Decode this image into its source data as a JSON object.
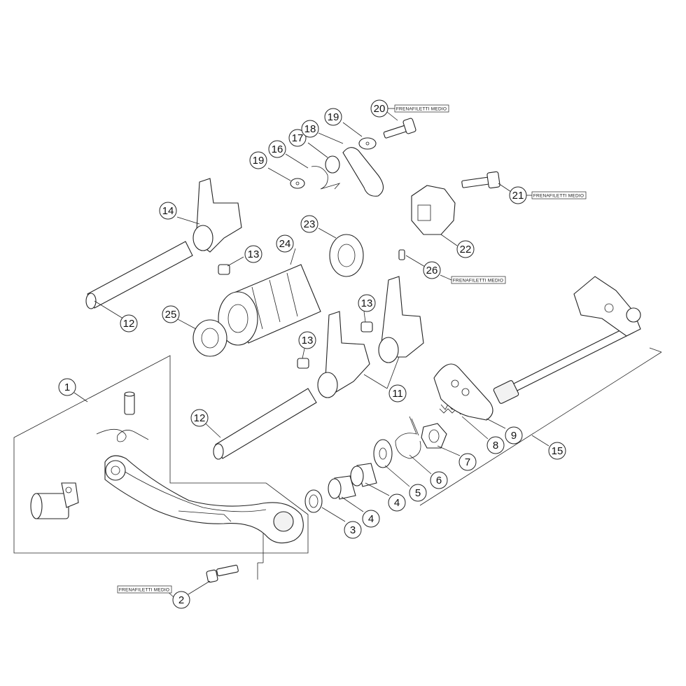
{
  "callouts": [
    {
      "id": "c1",
      "label": "1"
    },
    {
      "id": "c2",
      "label": "2"
    },
    {
      "id": "c3",
      "label": "3"
    },
    {
      "id": "c4a",
      "label": "4"
    },
    {
      "id": "c4b",
      "label": "4"
    },
    {
      "id": "c5",
      "label": "5"
    },
    {
      "id": "c6",
      "label": "6"
    },
    {
      "id": "c7",
      "label": "7"
    },
    {
      "id": "c8",
      "label": "8"
    },
    {
      "id": "c9",
      "label": "9"
    },
    {
      "id": "c11",
      "label": "11"
    },
    {
      "id": "c12a",
      "label": "12"
    },
    {
      "id": "c12b",
      "label": "12"
    },
    {
      "id": "c13a",
      "label": "13"
    },
    {
      "id": "c13b",
      "label": "13"
    },
    {
      "id": "c13c",
      "label": "13"
    },
    {
      "id": "c14",
      "label": "14"
    },
    {
      "id": "c15",
      "label": "15"
    },
    {
      "id": "c16",
      "label": "16"
    },
    {
      "id": "c17",
      "label": "17"
    },
    {
      "id": "c18",
      "label": "18"
    },
    {
      "id": "c19a",
      "label": "19"
    },
    {
      "id": "c19b",
      "label": "19"
    },
    {
      "id": "c20",
      "label": "20"
    },
    {
      "id": "c21",
      "label": "21"
    },
    {
      "id": "c22",
      "label": "22"
    },
    {
      "id": "c23",
      "label": "23"
    },
    {
      "id": "c24",
      "label": "24"
    },
    {
      "id": "c25",
      "label": "25"
    },
    {
      "id": "c26",
      "label": "26"
    }
  ],
  "notes": [
    {
      "id": "n20",
      "text": "FRENAFILETTI MEDIO"
    },
    {
      "id": "n21",
      "text": "FRENAFILETTI MEDIO"
    },
    {
      "id": "n26",
      "text": "FRENAFILETTI MEDIO"
    },
    {
      "id": "n2",
      "text": "FRENAFILETTI MEDIO"
    }
  ]
}
